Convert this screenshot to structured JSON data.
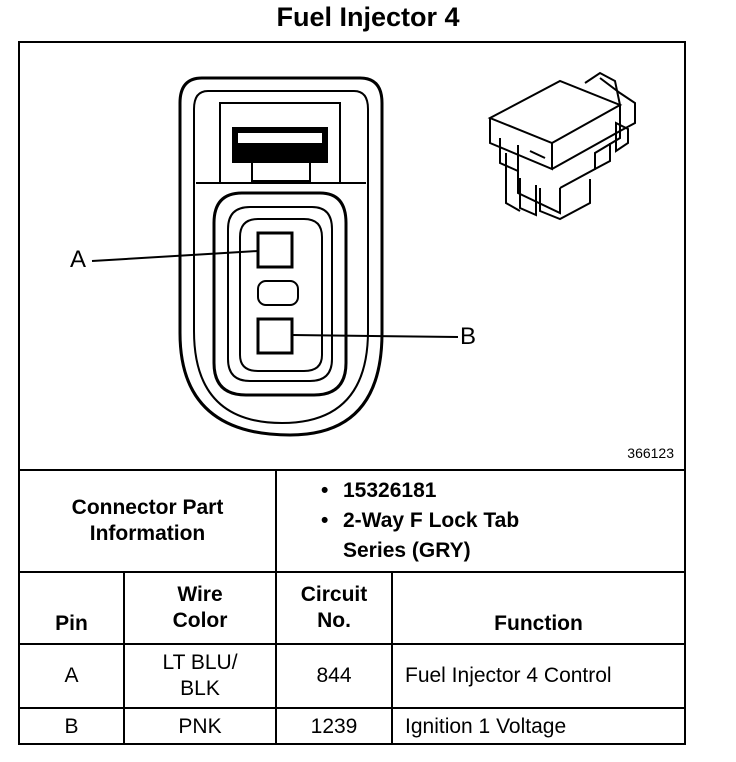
{
  "title": "Fuel Injector 4",
  "diagram": {
    "figure_number": "366123",
    "callouts": [
      "A",
      "B"
    ]
  },
  "connector_info": {
    "label_line1": "Connector Part",
    "label_line2": "Information",
    "bullet": "•",
    "items": [
      {
        "line1": "15326181",
        "line2": ""
      },
      {
        "line1": "2-Way F Lock Tab",
        "line2": "Series (GRY)"
      }
    ]
  },
  "table": {
    "headers": {
      "pin": "Pin",
      "wire_color_l1": "Wire",
      "wire_color_l2": "Color",
      "circuit_l1": "Circuit",
      "circuit_l2": "No.",
      "function": "Function"
    },
    "rows": [
      {
        "pin": "A",
        "wire_l1": "LT BLU/",
        "wire_l2": "BLK",
        "circuit": "844",
        "function": "Fuel Injector 4 Control"
      },
      {
        "pin": "B",
        "wire_l1": "PNK",
        "wire_l2": "",
        "circuit": "1239",
        "function": "Ignition 1 Voltage"
      }
    ]
  }
}
